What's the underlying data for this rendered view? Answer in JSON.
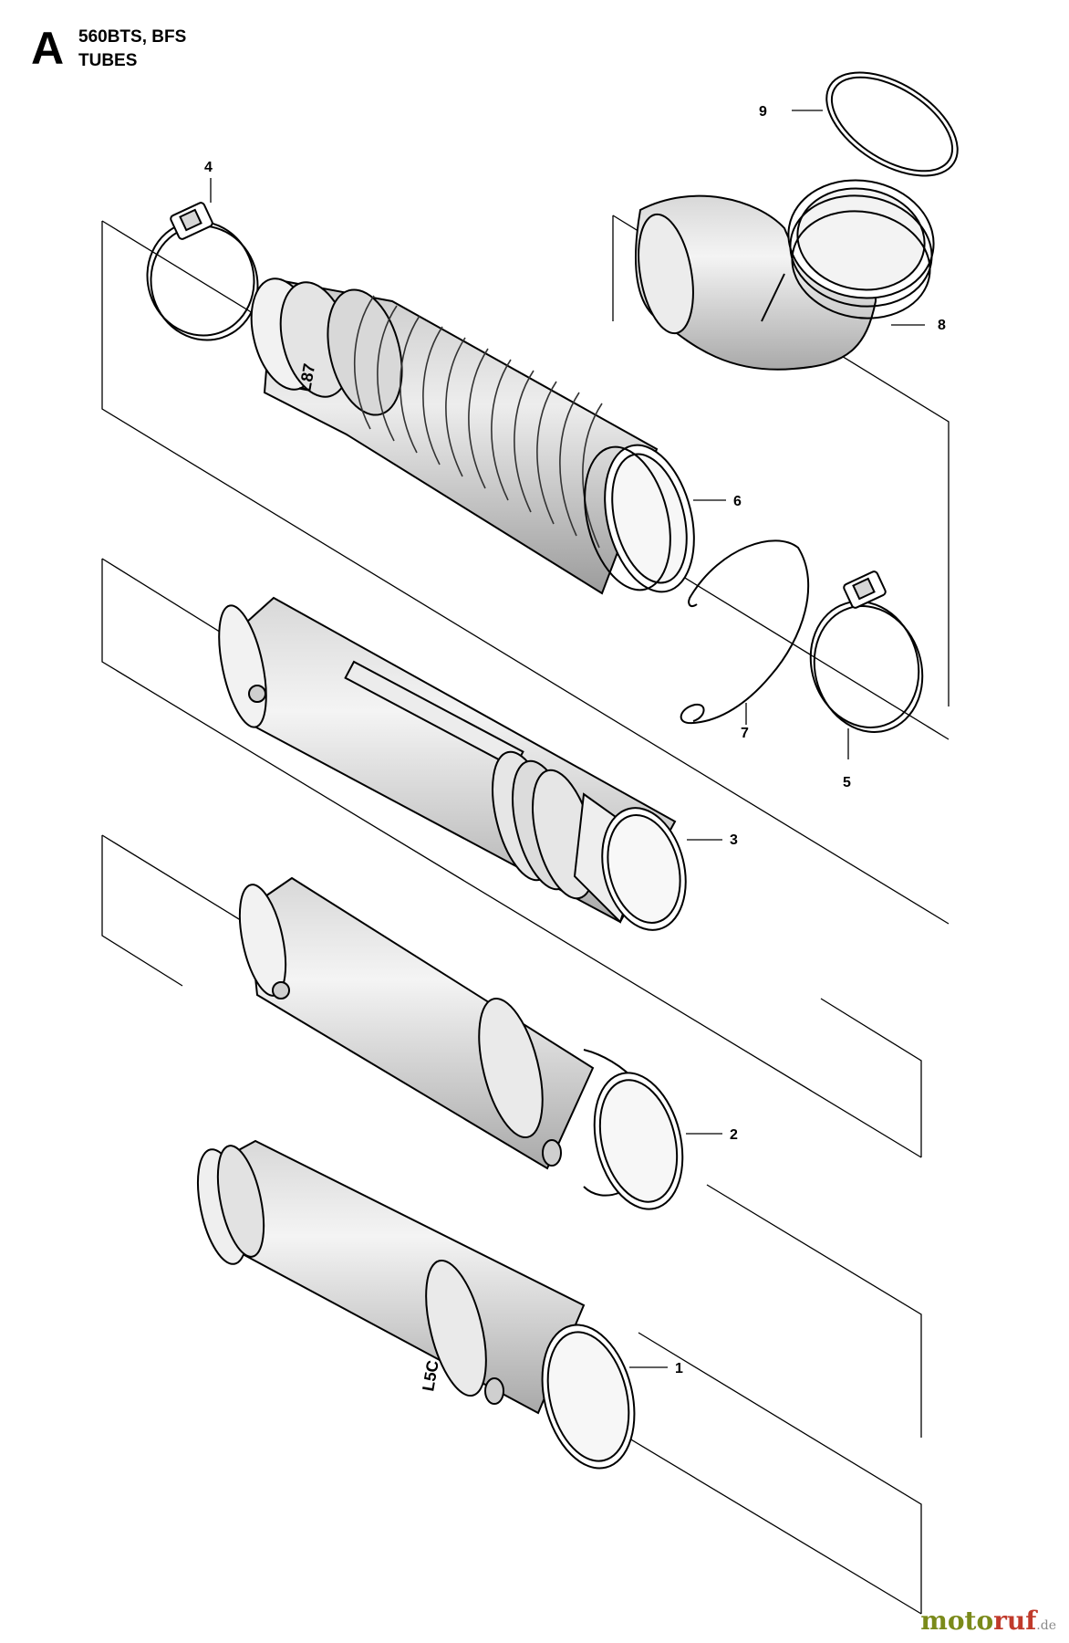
{
  "header": {
    "section_letter": "A",
    "model": "560BTS, BFS",
    "section_name": "TUBES"
  },
  "callouts": {
    "c1": "1",
    "c2": "2",
    "c3": "3",
    "c4": "4",
    "c5": "5",
    "c6": "6",
    "c7": "7",
    "c8": "8",
    "c9": "9"
  },
  "part_markings": {
    "bellows": "L87",
    "nozzle": "L5C"
  },
  "watermark": {
    "part1": "moto",
    "part2": "ruf",
    "suffix": ".de"
  }
}
